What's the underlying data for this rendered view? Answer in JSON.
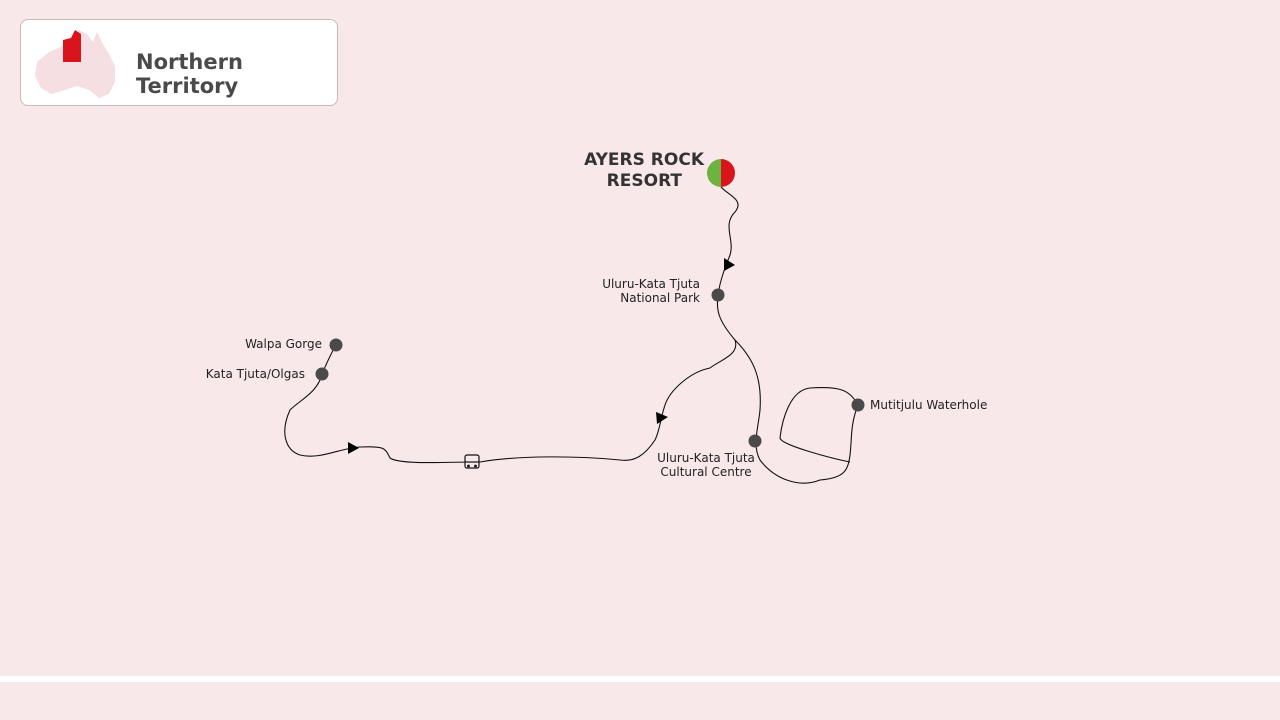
{
  "header": {
    "region_title": "Northern Territory"
  },
  "origin": {
    "line1": "AYERS ROCK",
    "line2": "RESORT",
    "colors": [
      "#6db33f",
      "#d9141d"
    ]
  },
  "stops": {
    "national_park": {
      "line1": "Uluru-Kata Tjuta",
      "line2": "National Park"
    },
    "cultural_centre": {
      "line1": "Uluru-Kata Tjuta",
      "line2": "Cultural Centre"
    },
    "waterhole": "Mutitjulu Waterhole",
    "walpa": "Walpa Gorge",
    "kata_tjuta": "Kata Tjuta/Olgas"
  },
  "icons": {
    "transport": "bus-icon",
    "direction": "arrow-icon"
  }
}
